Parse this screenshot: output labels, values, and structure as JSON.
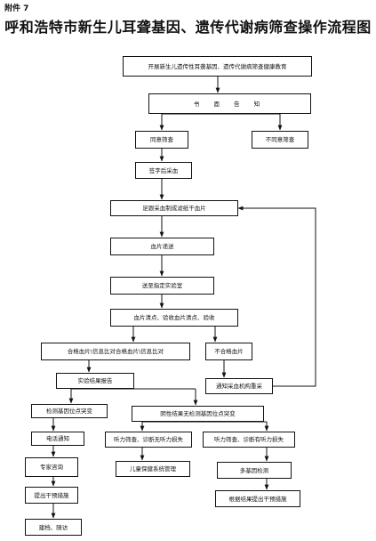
{
  "header": {
    "annex": "附件 7",
    "title": "呼和浩特市新生儿耳聋基因、遗传代谢病筛查操作流程图"
  },
  "nodes": {
    "education": "开展新生儿遗传性耳聋基因、遗传代谢病筛查健康教育",
    "notice": "书 面 告 知",
    "consent": "同意筛查",
    "refuse": "不同意筛查",
    "sign_blood": "签字后采血",
    "heel_blood": "足跟采血制成滤纸干血片",
    "blood_delivery": "血片递送",
    "to_lab": "送至指定实验室",
    "check_accept": "血片清点、验收血片清点、验收",
    "qualified": "合格血片\\信息比对合格血片\\信息比对",
    "unqualified": "不合格血片",
    "notify_resample": "通知采血机构重采",
    "report": "实验结果报告",
    "mutation_detected": "检测基因位点突变",
    "positive_no_mutation": "阴性结果无检测基因位点突变",
    "phone_notice": "电话通知",
    "hearing_pass": "听力筛查、诊断无听力损失",
    "hearing_fail": "听力筛查、诊断有听力损失",
    "expert_consult": "专家咨询",
    "child_health": "儿童保健系统管理",
    "multi_gene": "多基因检测",
    "intervention_advice": "提出干预措施",
    "intervention_by_result": "根据结果提出干预措施",
    "archive_followup": "建档、随访"
  }
}
